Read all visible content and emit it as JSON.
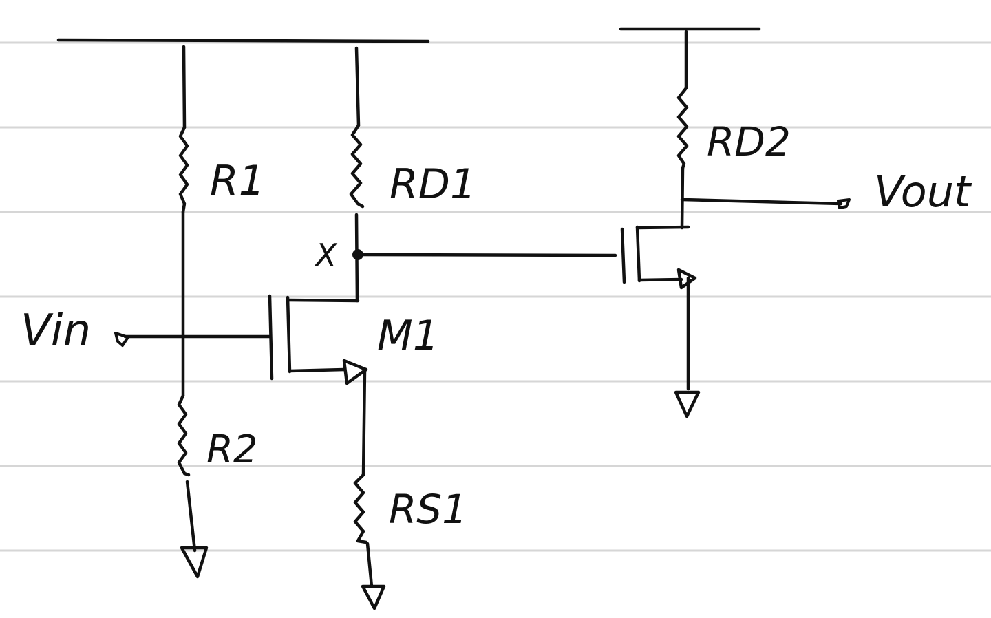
{
  "diagram": {
    "labels": {
      "r1": "R1",
      "r2": "R2",
      "rd1": "RD1",
      "rs1": "RS1",
      "rd2": "RD2",
      "m1": "M1",
      "vin": "Vin",
      "vout": "Vout",
      "node_x": "X"
    }
  }
}
